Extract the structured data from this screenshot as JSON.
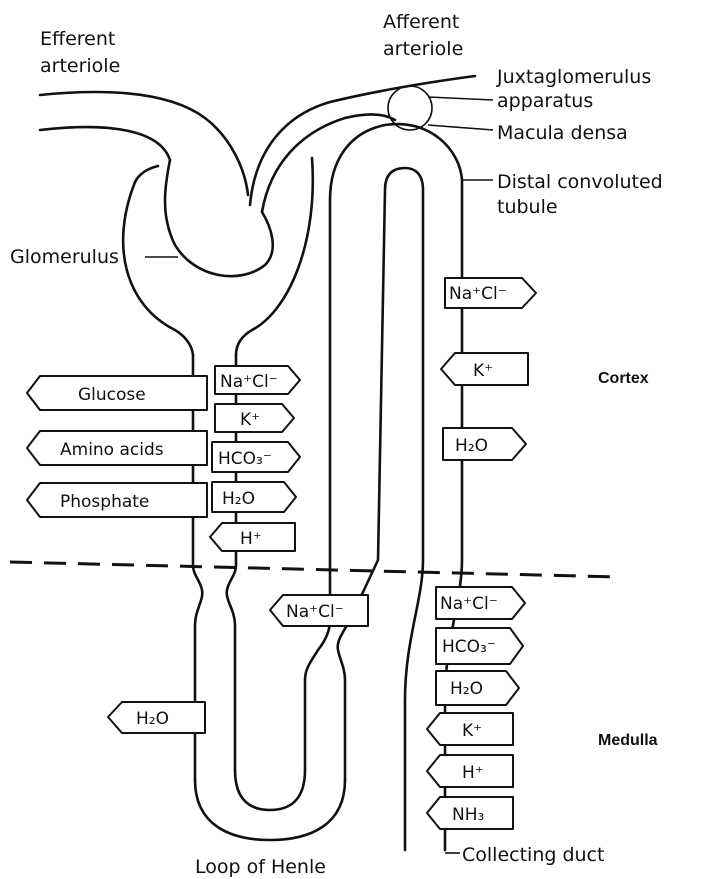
{
  "labels": {
    "efferent_line1": "Efferent",
    "efferent_line2": "arteriole",
    "afferent_line1": "Afferent",
    "afferent_line2": "arteriole",
    "juxta_line1": "Juxtaglomerulus",
    "juxta_line2": "apparatus",
    "macula": "Macula densa",
    "distal_line1": "Distal convoluted",
    "distal_line2": "tubule",
    "glomerulus": "Glomerulus",
    "cortex": "Cortex",
    "medulla": "Medulla",
    "loop": "Loop of Henle",
    "collecting": "Collecting duct"
  },
  "proximal_tubule": {
    "reabsorbed_right_boxes": [
      "Na⁺Cl⁻",
      "K⁺",
      "HCO₃⁻",
      "H₂O"
    ],
    "secreted_box": "H⁺",
    "reabsorbed_left_boxes": [
      "Glucose",
      "Amino acids",
      "Phosphate"
    ]
  },
  "loop_of_henle": {
    "descending_box": "H₂O",
    "ascending_box": "Na⁺Cl⁻"
  },
  "distal_tubule": {
    "boxes": [
      "Na⁺Cl⁻",
      "K⁺",
      "H₂O"
    ]
  },
  "collecting_duct": {
    "boxes": [
      "Na⁺Cl⁻",
      "HCO₃⁻",
      "H₂O",
      "K⁺",
      "H⁺",
      "NH₃"
    ]
  }
}
